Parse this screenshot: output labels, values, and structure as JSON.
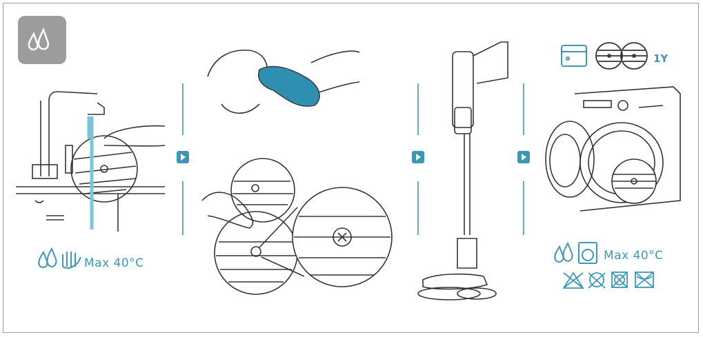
{
  "steps": [
    {
      "caption": "Max 40°C"
    },
    {
      "caption": ""
    },
    {
      "caption": ""
    },
    {
      "caption": "Max 40°C",
      "interval": "1Y"
    }
  ],
  "colors": {
    "accent": "#3a98b6",
    "line": "#333333",
    "badge_bg": "#9c9c9c",
    "cloth": "#2f8fb1"
  },
  "icons": [
    "water-drops-icon",
    "hand-wash-icon",
    "next-step-icon",
    "washing-machine-icon",
    "no-bleach-icon",
    "no-tumble-dry-icon",
    "no-dry-clean-icon",
    "no-iron-icon",
    "spare-pads-icon",
    "box-icon"
  ]
}
